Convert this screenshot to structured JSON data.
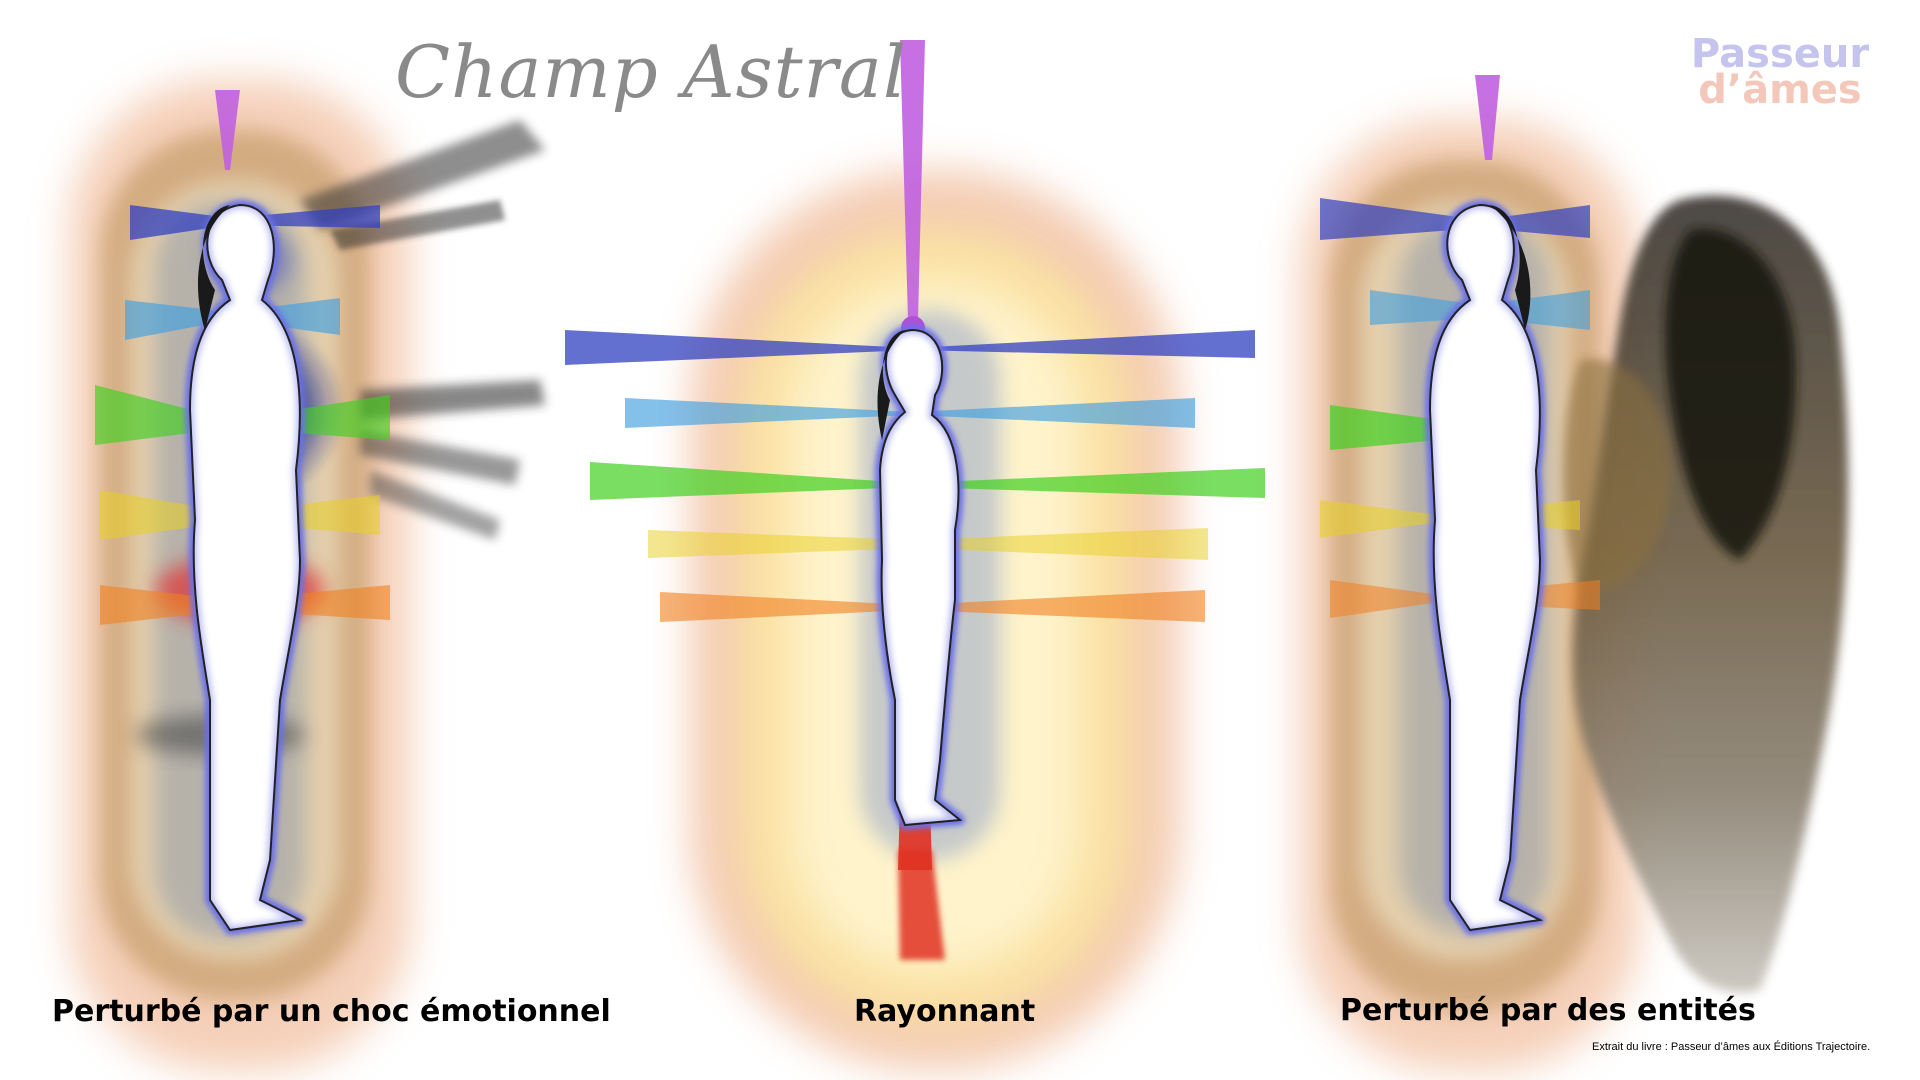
{
  "title": "Champ Astral",
  "logo": {
    "line1": "Passeur",
    "line2": "d’âmes"
  },
  "figures": [
    {
      "caption": "Perturbé par un choc émotionnel"
    },
    {
      "caption": "Rayonnant"
    },
    {
      "caption": "Perturbé par des entités"
    }
  ],
  "credit": "Extrait du livre : Passeur d’âmes aux Éditions Trajectoire.",
  "chakra_colors": {
    "crown": "#c060e0",
    "third_eye": "#3040c0",
    "throat": "#40a0e0",
    "heart": "#40d020",
    "solar_plexus": "#e8d020",
    "sacral": "#f08020",
    "root": "#e03020"
  },
  "aura_colors": {
    "outer": "#f2c0a0",
    "middle": "#c8a070",
    "inner": "#fff0b0",
    "body_glow": "#6a70e8"
  }
}
